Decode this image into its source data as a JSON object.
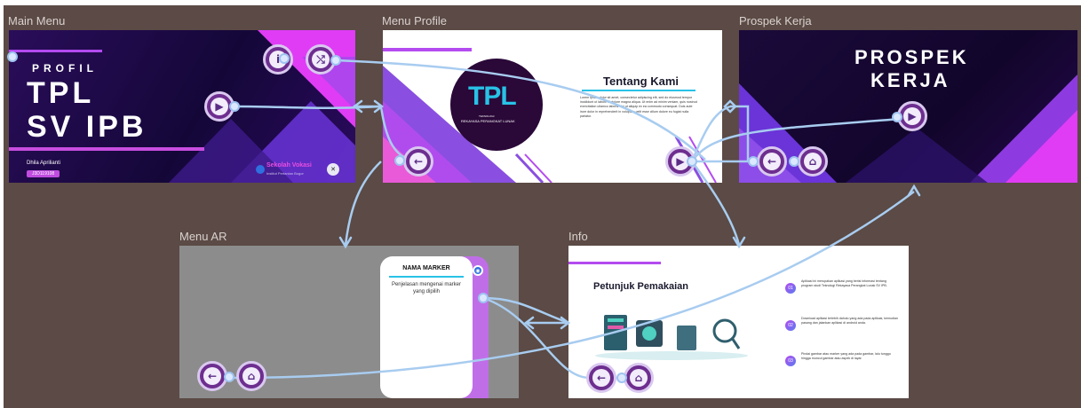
{
  "frames": {
    "main_menu": {
      "label": "Main Menu",
      "small_title": "PROFIL",
      "title_line1": "TPL",
      "title_line2": "SV IPB",
      "author": "Dhila Aprilianti",
      "author_id": "J3D119108",
      "logo_text": "Sekolah Vokasi",
      "logo_sub": "Institut Pertanian Bogor"
    },
    "menu_profile": {
      "label": "Menu Profile",
      "logo_mark": "TPL",
      "logo_caption_top": "TEKNOLOGI",
      "logo_caption": "REKAYASA PERANGKAT LUNAK",
      "heading": "Tentang Kami",
      "body": "Lorem ipsum dolor sit amet, consectetur adipiscing elit, sed do eiusmod tempor incididunt ut labore et dolore magna aliqua. Ut enim ad minim veniam, quis nostrud exercitation ullamco laboris nisi ut aliquip ex ea commodo consequat. Duis aute irure dolor in reprehenderit in voluptate velit esse cillum dolore eu fugiat nulla pariatur."
    },
    "prospek_kerja": {
      "label": "Prospek Kerja",
      "title_line1": "PROSPEK",
      "title_line2": "KERJA"
    },
    "menu_ar": {
      "label": "Menu AR",
      "card_title": "NAMA MARKER",
      "card_body": "Penjelasan mengenai marker yang dipilih"
    },
    "info": {
      "label": "Info",
      "heading": "Petunjuk Pemakaian",
      "steps": [
        {
          "num": "01",
          "text": "Aplikasi ini merupakan aplikasi yang berisi informasi tentang program studi Teknologi Rekayasa Perangkat Lunak SV IPB."
        },
        {
          "num": "02",
          "text": "Download aplikasi terlebih dahulu yang ada pada aplikasi, kemudian pasang dan jalankan aplikasi di android anda."
        },
        {
          "num": "03",
          "text": "Pindai gambar atau marker yang ada pada gambar, lalu tunggu hingga muncul gambar atau aspek di layar."
        }
      ]
    }
  },
  "buttons": {
    "info_glyph": "i",
    "shuffle_glyph": "⤭",
    "play_glyph": "▶",
    "back_glyph": "←",
    "home_glyph": "⌂",
    "ar_glyph": "◉"
  },
  "colors": {
    "canvas_bg": "#5b4a45",
    "dark_frame": "#1a0a3a",
    "accent_purple": "#b44bf0",
    "accent_cyan": "#28c2e6",
    "accent_magenta": "#e040fb",
    "wire": "#a8ccf0",
    "button_fill": "#6d2e8f",
    "ar_gray": "#8c8c8c"
  }
}
